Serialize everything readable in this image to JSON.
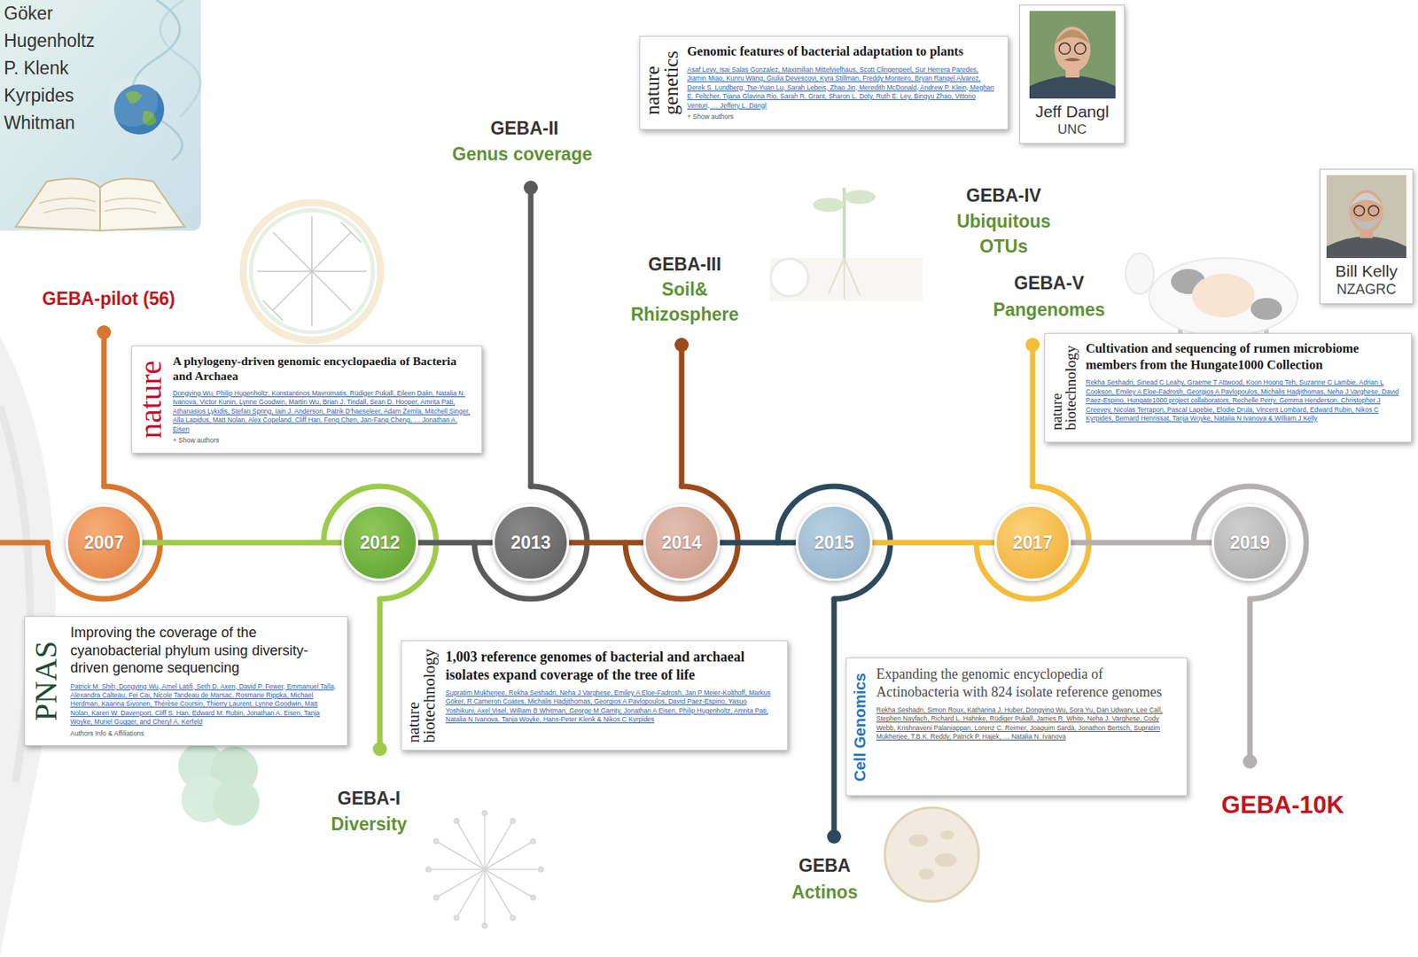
{
  "diagram": {
    "nodes": [
      {
        "text": [
          "Göker",
          "Hugenholtz",
          "P. Klenk",
          "Kyrpides",
          "Whitman"
        ]
      },
      {
        "text": [
          "nature genetics",
          "Genomic features of bacterial adaptation to plants",
          "Asaf Levy, Isai Salas Gonzalez, Maximilian Mittelviefhaus, Scott Clingenpeel, Sur Herrera Paredes, Jiamin Miao, Kunru Wang, Giulia Devescovi, Kyra Stillman, Freddy Monteiro, Bryan Rangel Alvarez, Derek S. Lundberg, Tse-Yuan Lu, Sarah Lebeis, Zhao Jin, Meredith McDonald, Andrew P. Klein, Meghan E. Feltcher, Tijana Glavina Rio, Sarah R. Grant, Sharon L. Doty, Ruth E. Ley, Bingyu Zhao, Vittorio Venturi, … Jeffery L. Dangl",
          "+ Show authors"
        ]
      },
      {
        "text": [
          "Jeff Dangl",
          "UNC"
        ]
      },
      {
        "text": [
          "nature",
          "A phylogeny-driven genomic encyclopaedia of Bacteria and Archaea",
          "Dongying Wu, Philip Hugenholtz, Konstantinos Mavromatis, Rüdiger Pukall, Eileen Dalin, Natalia N. Ivanova, Victor Kunin, Lynne Goodwin, Martin Wu, Brian J. Tindall, Sean D. Hooper, Amrita Pati, Athanasios Lykidis, Stefan Spring, Iain J. Anderson, Patrik D'haeseleer, Adam Zemla, Mitchell Singer, Alla Lapidus, Matt Nolan, Alex Copeland, Cliff Han, Feng Chen, Jan-Fang Cheng, … Jonathan A. Eisen",
          "+ Show authors"
        ]
      },
      {
        "text": [
          "Bill Kelly",
          "NZAGRC"
        ]
      },
      {
        "text": [
          "nature biotechnology",
          "Cultivation and sequencing of rumen microbiome members from the Hungate1000 Collection",
          "Rekha Seshadri, Sinead C Leahy, Graeme T Attwood, Koon Hoong Teh, Suzanne C Lambie, Adrian L Cookson, Emiley A Eloe-Fadrosh, Georgios A Pavlopoulos, Michalis Hadjithomas, Neha J Varghese, David Paez-Espino, Hungate1000 project collaborators, Rechelle Perry, Gemma Henderson, Christopher J Creevey, Nicolas Terrapon, Pascal Lapebie, Elodie Drula, Vincent Lombard, Edward Rubin, Nikos C Kyrpides, Bernard Henrissat, Tanja Woyke, Natalia N Ivanova & William J Kelly"
        ]
      },
      {
        "text": [
          "2007"
        ]
      },
      {
        "text": [
          "2012"
        ]
      },
      {
        "text": [
          "2013"
        ]
      },
      {
        "text": [
          "2014"
        ]
      },
      {
        "text": [
          "2015"
        ]
      },
      {
        "text": [
          "2017"
        ]
      },
      {
        "text": [
          "2019"
        ]
      },
      {
        "text": [
          "PNAS",
          "Improving the coverage of the cyanobacterial phylum using diversity-driven genome sequencing",
          "Patrick M. Shih, Dongying Wu, Amel Latifi, Seth D. Axen, David P. Fewer, Emmanuel Talla, Alexandra Calteau, Fei Cai, Nicole Tandeau de Marsac, Rosmarie Rippka, Michael Herdman, Kaarina Sivonen, Thérèse Coursin, Thierry Laurent, Lynne Goodwin, Matt Nolan, Karen W. Davenport, Cliff S. Han, Edward M. Rubin, Jonathan A. Eisen, Tanja Woyke, Muriel Gugger, and Cheryl A. Kerfeld",
          "Authors Info & Affiliations"
        ]
      },
      {
        "text": [
          "nature biotechnology",
          "1,003 reference genomes of bacterial and archaeal isolates expand coverage of the tree of life",
          "Supratim Mukherjee, Rekha Seshadri, Neha J Varghese, Emiley A Eloe-Fadrosh, Jan P Meier-Kolthoff, Markus Göker, R Cameron Coates, Michalis Hadjithomas, Georgios A Pavlopoulos, David Paez-Espino, Yasuo Yoshikuni, Axel Visel, William B Whitman, George M Garrity, Jonathan A Eisen, Philip Hugenholtz, Amrita Pati, Natalia N Ivanova, Tanja Woyke, Hans-Peter Klenk & Nikos C Kyrpides"
        ]
      },
      {
        "text": [
          "Cell Genomics",
          "Expanding the genomic encyclopedia of Actinobacteria with 824 isolate reference genomes",
          "Rekha Seshadri, Simon Roux, Katharina J. Huber, Dongying Wu, Sora Yu, Dan Udwary, Lee Call, Stephen Nayfach, Richard L. Hahnke, Rüdiger Pukall, James R. White, Neha J. Varghese, Cody Webb, Krishnaveni Palaniappan, Lorenz C. Reimer, Joaquim Sardà, Jonathon Bertsch, Supratim Mukherjee, T.B.K. Reddy, Patrick P. Hajek, … Natalia N. Ivanova"
        ]
      }
    ],
    "edges": [
      {
        "from": 6,
        "to": 7,
        "arrow": "none"
      },
      {
        "from": 7,
        "to": 8,
        "arrow": "none"
      },
      {
        "from": 8,
        "to": 9,
        "arrow": "none"
      },
      {
        "from": 9,
        "to": 10,
        "arrow": "none"
      },
      {
        "from": 10,
        "to": 11,
        "arrow": "none"
      },
      {
        "from": 11,
        "to": 12,
        "arrow": "none"
      }
    ],
    "labels": [
      "GEBA-pilot (56)",
      "GEBA-II",
      "Genus coverage",
      "GEBA-III",
      "Soil& Rhizosphere",
      "GEBA-IV",
      "Ubiquitous OTUs",
      "GEBA-V",
      "Pangenomes",
      "GEBA-I",
      "Diversity",
      "GEBA",
      "Actinos",
      "GEBA-10K"
    ]
  }
}
